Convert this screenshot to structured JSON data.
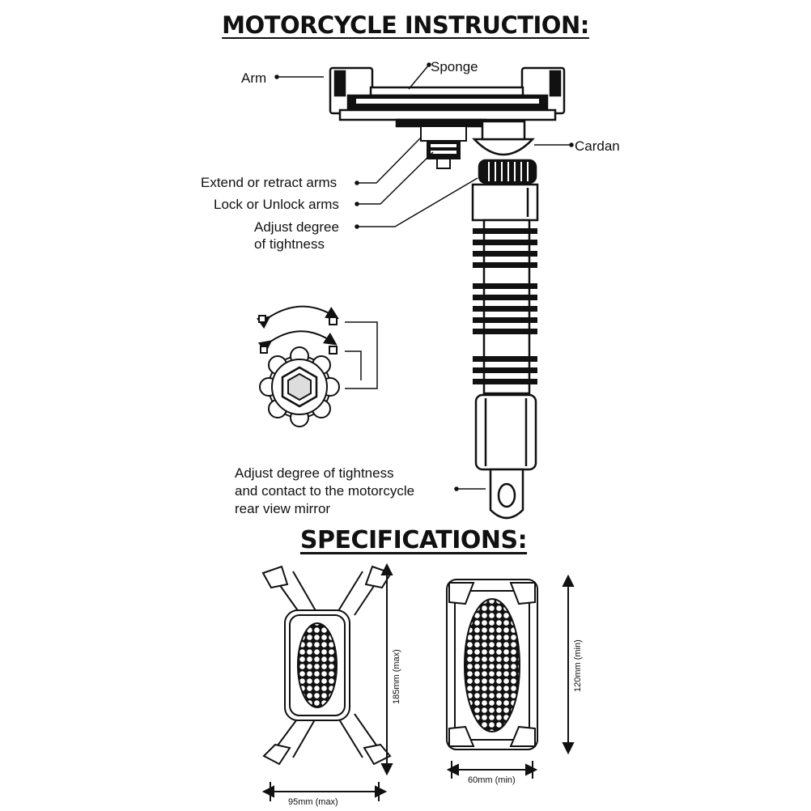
{
  "instruction": {
    "title": "MOTORCYCLE INSTRUCTION:",
    "labels": {
      "arm": "Arm",
      "sponge": "Sponge",
      "cardan": "Cardan",
      "extend": "Extend or retract arms",
      "lock": "Lock or Unlock arms",
      "adjust_1": "Adjust degree",
      "adjust_2": "of tightness",
      "mirror_1": "Adjust degree of tightness",
      "mirror_2": "and contact to the motorcycle",
      "mirror_3": "rear view mirror"
    }
  },
  "specifications": {
    "title": "SPECIFICATIONS:",
    "max_height": "185mm (max)",
    "max_width": "95mm (max)",
    "min_height": "120mm (min)",
    "min_width": "60mm (min)"
  },
  "icons": [
    "lock-icon",
    "unlock-icon",
    "rotate-arrow-icon",
    "knob-icon"
  ]
}
